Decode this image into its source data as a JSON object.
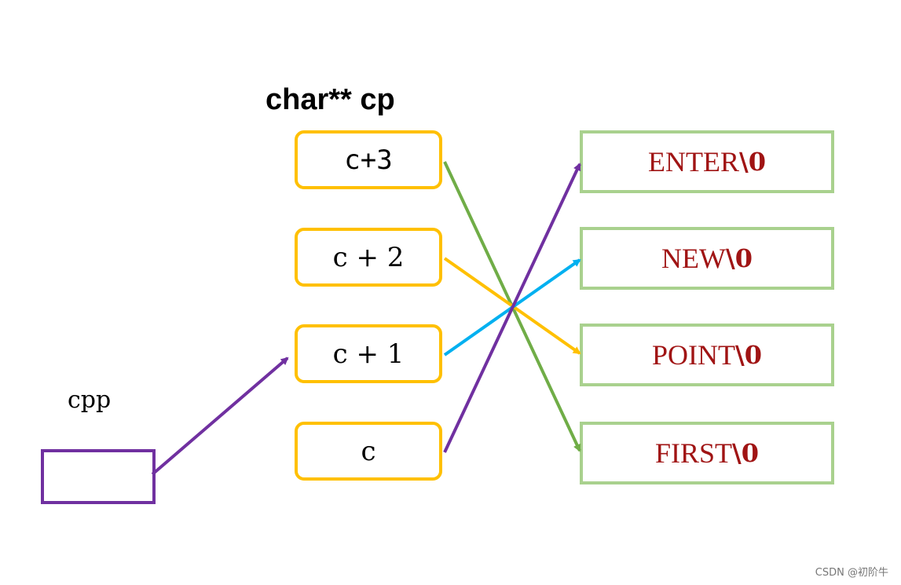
{
  "title": "char** cp",
  "cpp_label": "cpp",
  "cp_cells": [
    "c+3",
    "c + 2",
    "c + 1",
    "c"
  ],
  "strings": [
    {
      "text": "ENTER",
      "terminator": "\\0"
    },
    {
      "text": "NEW",
      "terminator": "\\0"
    },
    {
      "text": "POINT",
      "terminator": "\\0"
    },
    {
      "text": "FIRST",
      "terminator": "\\0"
    }
  ],
  "colors": {
    "cpp_box": "#7030A0",
    "cell_border": "#FFC000",
    "string_border": "#A9D18E",
    "string_text": "#A01414",
    "arrow_cpp": "#7030A0",
    "arrow_c3": "#70AD47",
    "arrow_c2": "#FFC000",
    "arrow_c1": "#00B0F0",
    "arrow_c": "#7030A0"
  },
  "watermark": "CSDN @初阶牛"
}
